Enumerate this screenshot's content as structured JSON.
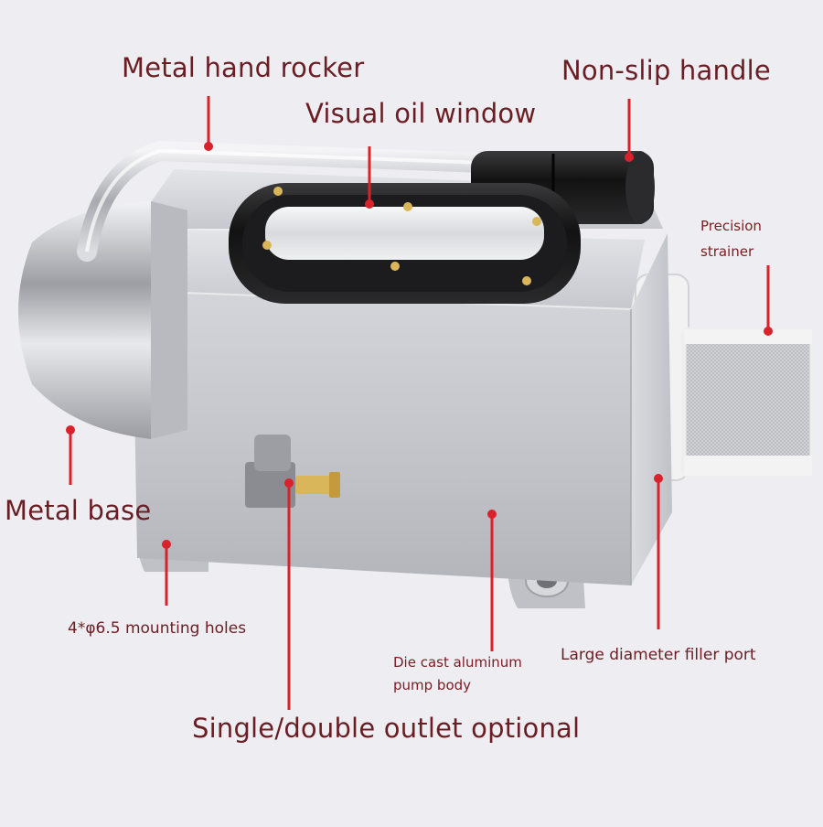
{
  "labels": {
    "metal_hand_rocker": "Metal hand rocker",
    "visual_oil_window": "Visual oil window",
    "non_slip_handle": "Non-slip handle",
    "precision_strainer_line1": "Precision",
    "precision_strainer_line2": "strainer",
    "metal_base": "Metal base",
    "mounting_holes": "4*φ6.5 mounting holes",
    "die_cast_line1": "Die cast aluminum",
    "die_cast_line2": "pump body",
    "large_filler_port": "Large diameter filler port",
    "outlet_optional": "Single/double outlet optional"
  },
  "colors": {
    "background": "#eeeef2",
    "callout": "#d9222b",
    "label_text": "#6a1e24",
    "body_metal": "#c9cbd1",
    "window_frame": "#1c1c1e",
    "handle_black": "#151515"
  }
}
